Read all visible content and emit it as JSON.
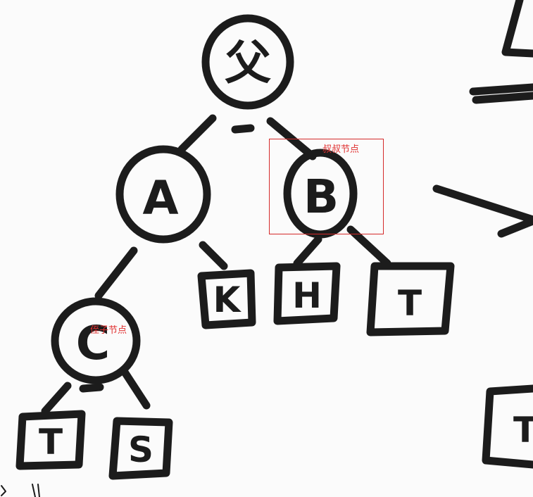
{
  "tree": {
    "nodes": [
      {
        "id": "parent",
        "label": "父",
        "shape": "circle"
      },
      {
        "id": "A",
        "label": "A",
        "shape": "circle"
      },
      {
        "id": "B",
        "label": "B",
        "shape": "circle"
      },
      {
        "id": "C",
        "label": "C",
        "shape": "circle"
      },
      {
        "id": "K",
        "label": "K",
        "shape": "square"
      },
      {
        "id": "H",
        "label": "H",
        "shape": "square"
      },
      {
        "id": "T1",
        "label": "T",
        "shape": "square"
      },
      {
        "id": "T2",
        "label": "T",
        "shape": "square"
      },
      {
        "id": "S",
        "label": "S",
        "shape": "square"
      },
      {
        "id": "T3",
        "label": "T",
        "shape": "square"
      }
    ],
    "edges": [
      [
        "parent",
        "A"
      ],
      [
        "parent",
        "B"
      ],
      [
        "A",
        "C"
      ],
      [
        "A",
        "K"
      ],
      [
        "B",
        "H"
      ],
      [
        "B",
        "T1"
      ],
      [
        "C",
        "T2"
      ],
      [
        "C",
        "S"
      ]
    ]
  },
  "annotations": {
    "uncle": "叔叔节点",
    "nephew": "侄子节点"
  },
  "colors": {
    "ink": "#1c1c1c",
    "annotation": "#e03030",
    "background": "#fbfbfb"
  }
}
